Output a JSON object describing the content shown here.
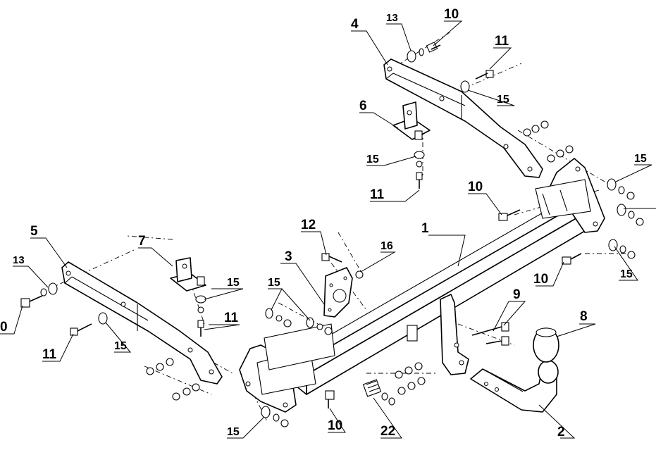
{
  "diagram": {
    "parts": [
      {
        "id": "p1",
        "number": "1"
      },
      {
        "id": "p2",
        "number": "2"
      },
      {
        "id": "p3",
        "number": "3"
      },
      {
        "id": "p4",
        "number": "4"
      },
      {
        "id": "p5",
        "number": "5"
      },
      {
        "id": "p6",
        "number": "6"
      },
      {
        "id": "p7",
        "number": "7"
      },
      {
        "id": "p8",
        "number": "8"
      },
      {
        "id": "p9",
        "number": "9"
      },
      {
        "id": "p10a",
        "number": "10"
      },
      {
        "id": "p10b",
        "number": "10"
      },
      {
        "id": "p10c",
        "number": "10"
      },
      {
        "id": "p10d",
        "number": "10"
      },
      {
        "id": "p10e",
        "number": "0"
      },
      {
        "id": "p11a",
        "number": "11"
      },
      {
        "id": "p11b",
        "number": "11"
      },
      {
        "id": "p11c",
        "number": "11"
      },
      {
        "id": "p11d",
        "number": "11"
      },
      {
        "id": "p12",
        "number": "12"
      },
      {
        "id": "p13a",
        "number": "13"
      },
      {
        "id": "p13b",
        "number": "13"
      },
      {
        "id": "p15a",
        "number": "15"
      },
      {
        "id": "p15b",
        "number": "15"
      },
      {
        "id": "p15c",
        "number": "15"
      },
      {
        "id": "p15d",
        "number": "15"
      },
      {
        "id": "p15e",
        "number": "15"
      },
      {
        "id": "p15f",
        "number": "15"
      },
      {
        "id": "p15g",
        "number": "15"
      },
      {
        "id": "p15h",
        "number": "15"
      },
      {
        "id": "p16",
        "number": "16"
      },
      {
        "id": "p22",
        "number": "22"
      }
    ]
  }
}
